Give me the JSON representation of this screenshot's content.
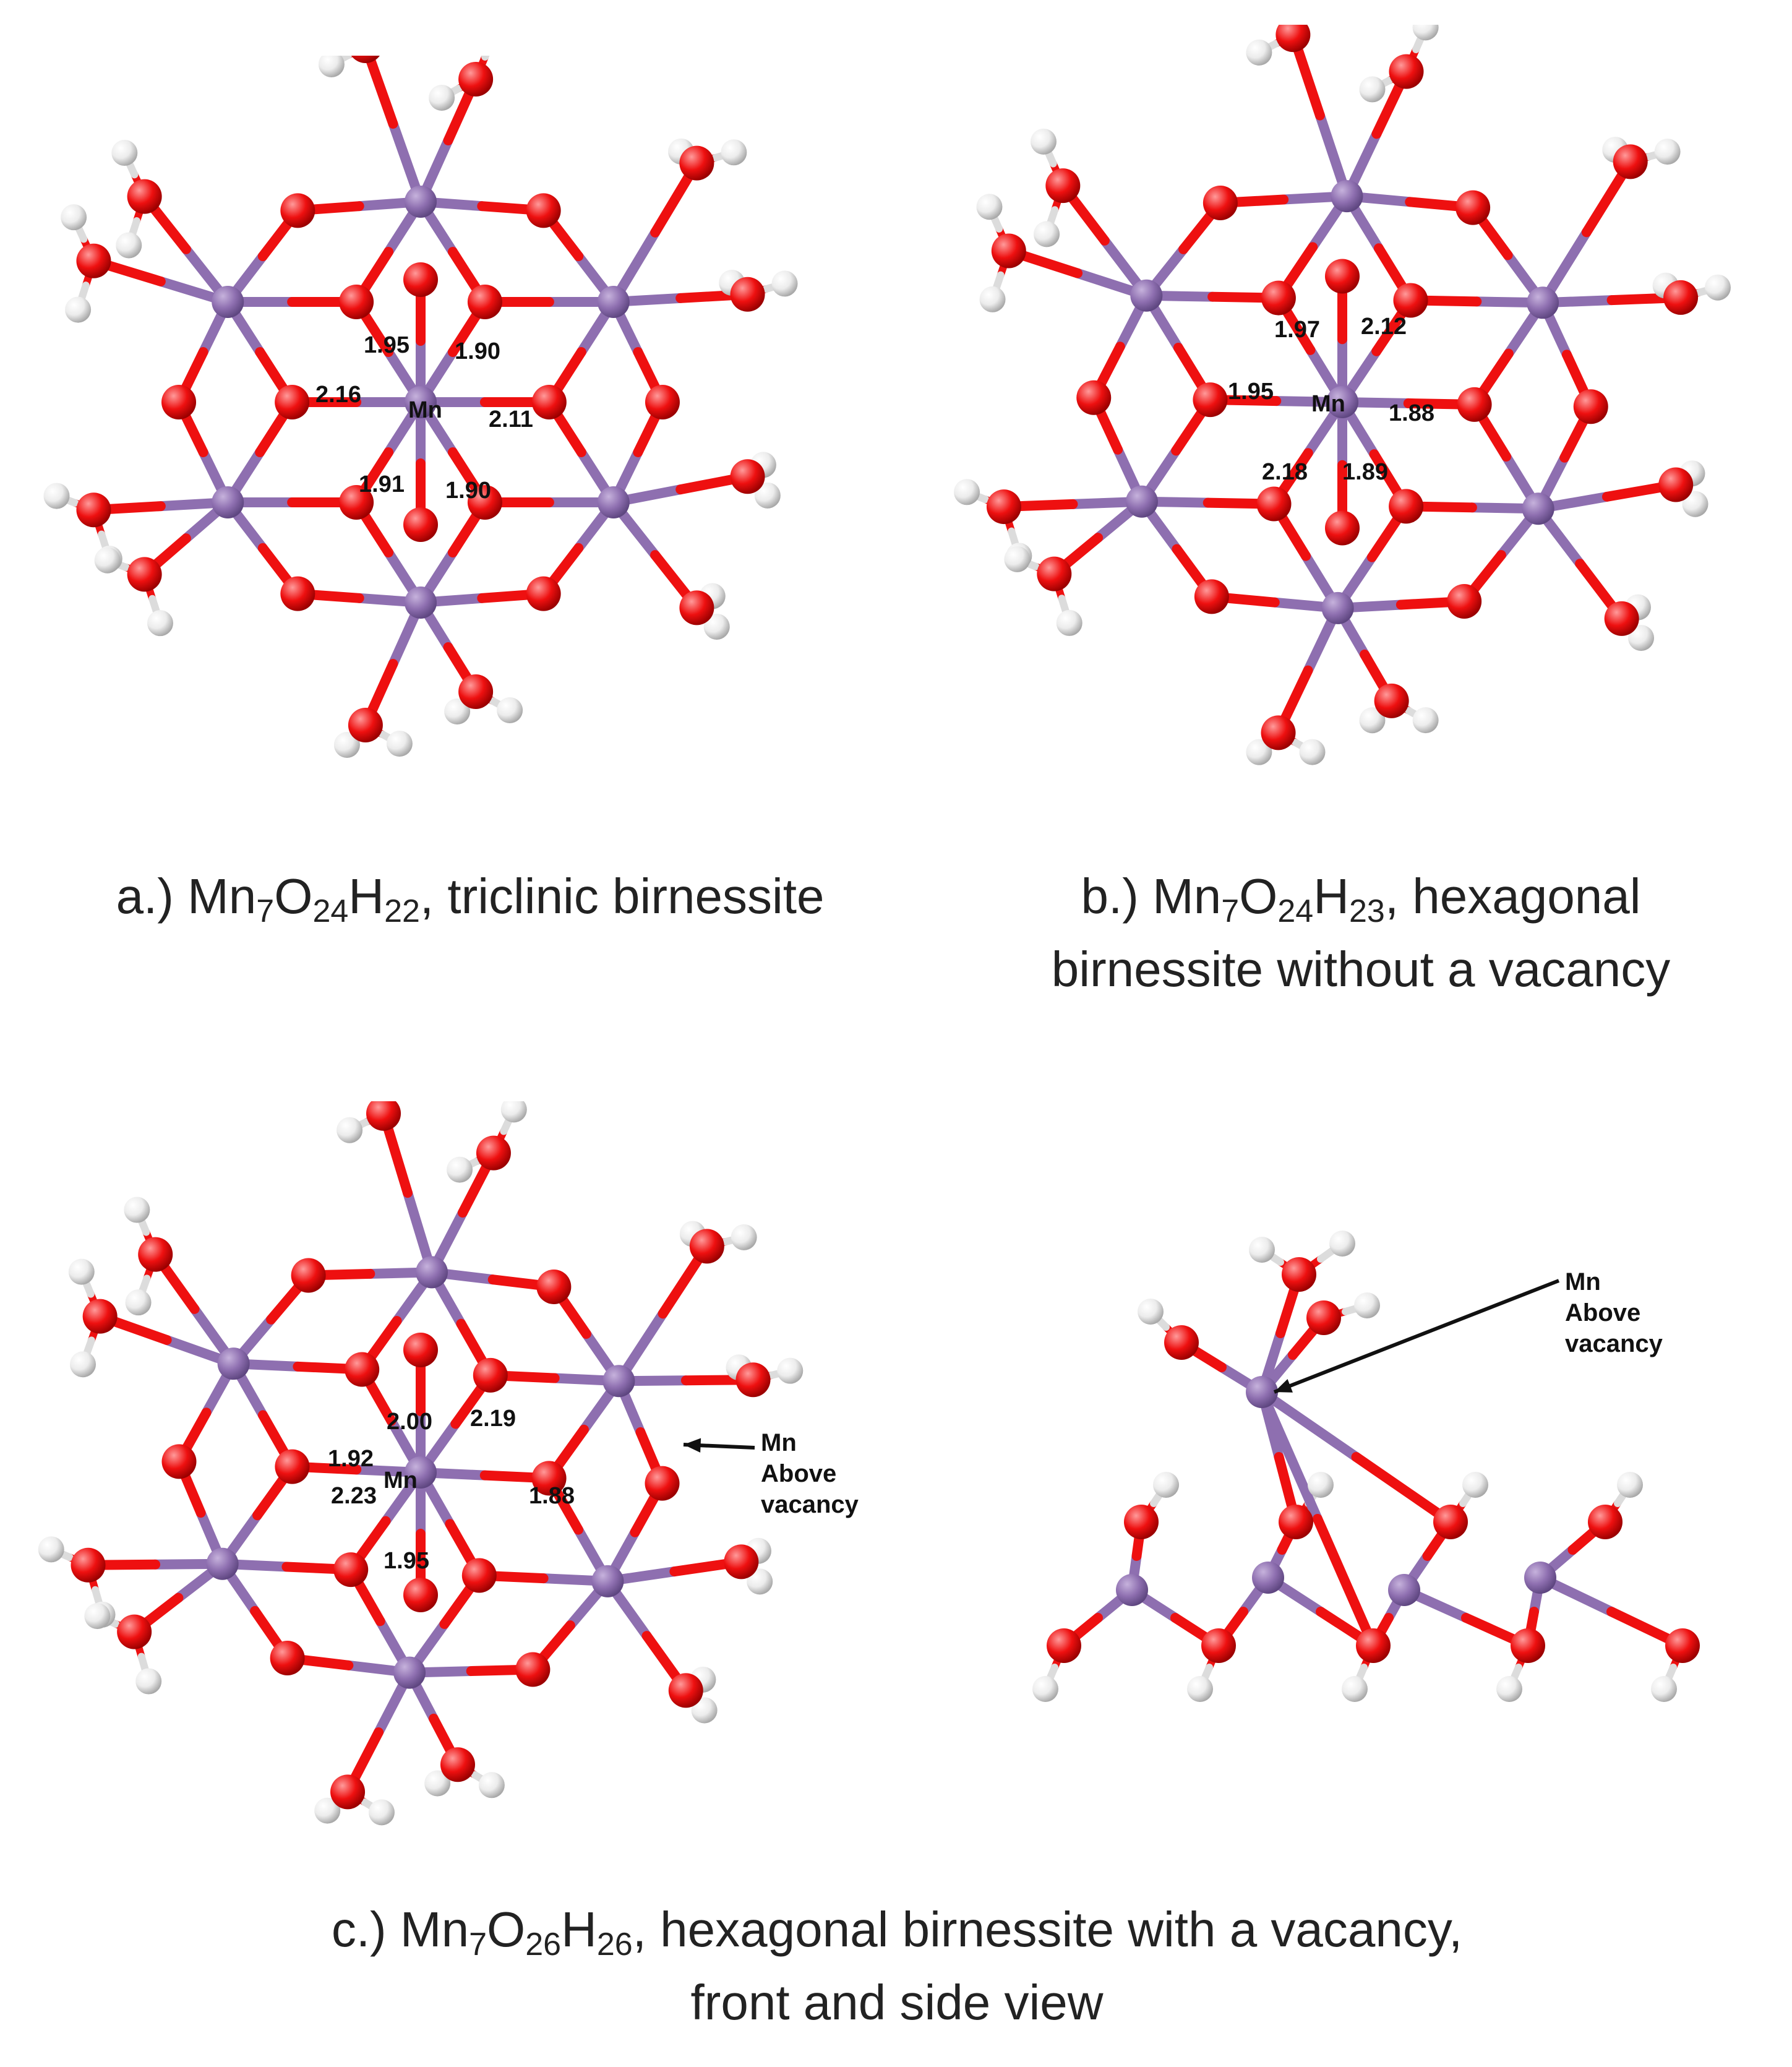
{
  "colors": {
    "manganese": "#8e6fb0",
    "oxygen": "#ee1010",
    "hydrogen": "#ececec",
    "label": "#111111"
  },
  "panels": {
    "a": {
      "caption_prefix": "a.) ",
      "formula": [
        {
          "el": "Mn",
          "sub": "7"
        },
        {
          "el": "O",
          "sub": "24"
        },
        {
          "el": "H",
          "sub": "22"
        }
      ],
      "caption_rest": ", triclinic birnessite",
      "center_label": "Mn",
      "bond_lengths": [
        "1.95",
        "1.90",
        "2.16",
        "2.11",
        "1.91",
        "1.90"
      ]
    },
    "b": {
      "caption_prefix": "b.) ",
      "formula": [
        {
          "el": "Mn",
          "sub": "7"
        },
        {
          "el": "O",
          "sub": "24"
        },
        {
          "el": "H",
          "sub": "23"
        }
      ],
      "caption_rest": ", hexagonal",
      "caption_line2": "birnessite without a vacancy",
      "center_label": "Mn",
      "bond_lengths": [
        "1.97",
        "2.12",
        "1.95",
        "1.88",
        "2.18",
        "1.89"
      ]
    },
    "c": {
      "caption_prefix": "c.) ",
      "formula": [
        {
          "el": "Mn",
          "sub": "7"
        },
        {
          "el": "O",
          "sub": "26"
        },
        {
          "el": "H",
          "sub": "26"
        }
      ],
      "caption_rest": ", hexagonal birnessite with a vacancy,",
      "caption_line2": "front and side view",
      "center_label": "Mn",
      "bond_lengths": [
        "2.00",
        "2.19",
        "1.92",
        "2.23",
        "1.88",
        "1.95"
      ],
      "annotation": [
        "Mn",
        "Above",
        "vacancy"
      ],
      "side_annotation": [
        "Mn",
        "Above",
        "vacancy"
      ]
    }
  }
}
